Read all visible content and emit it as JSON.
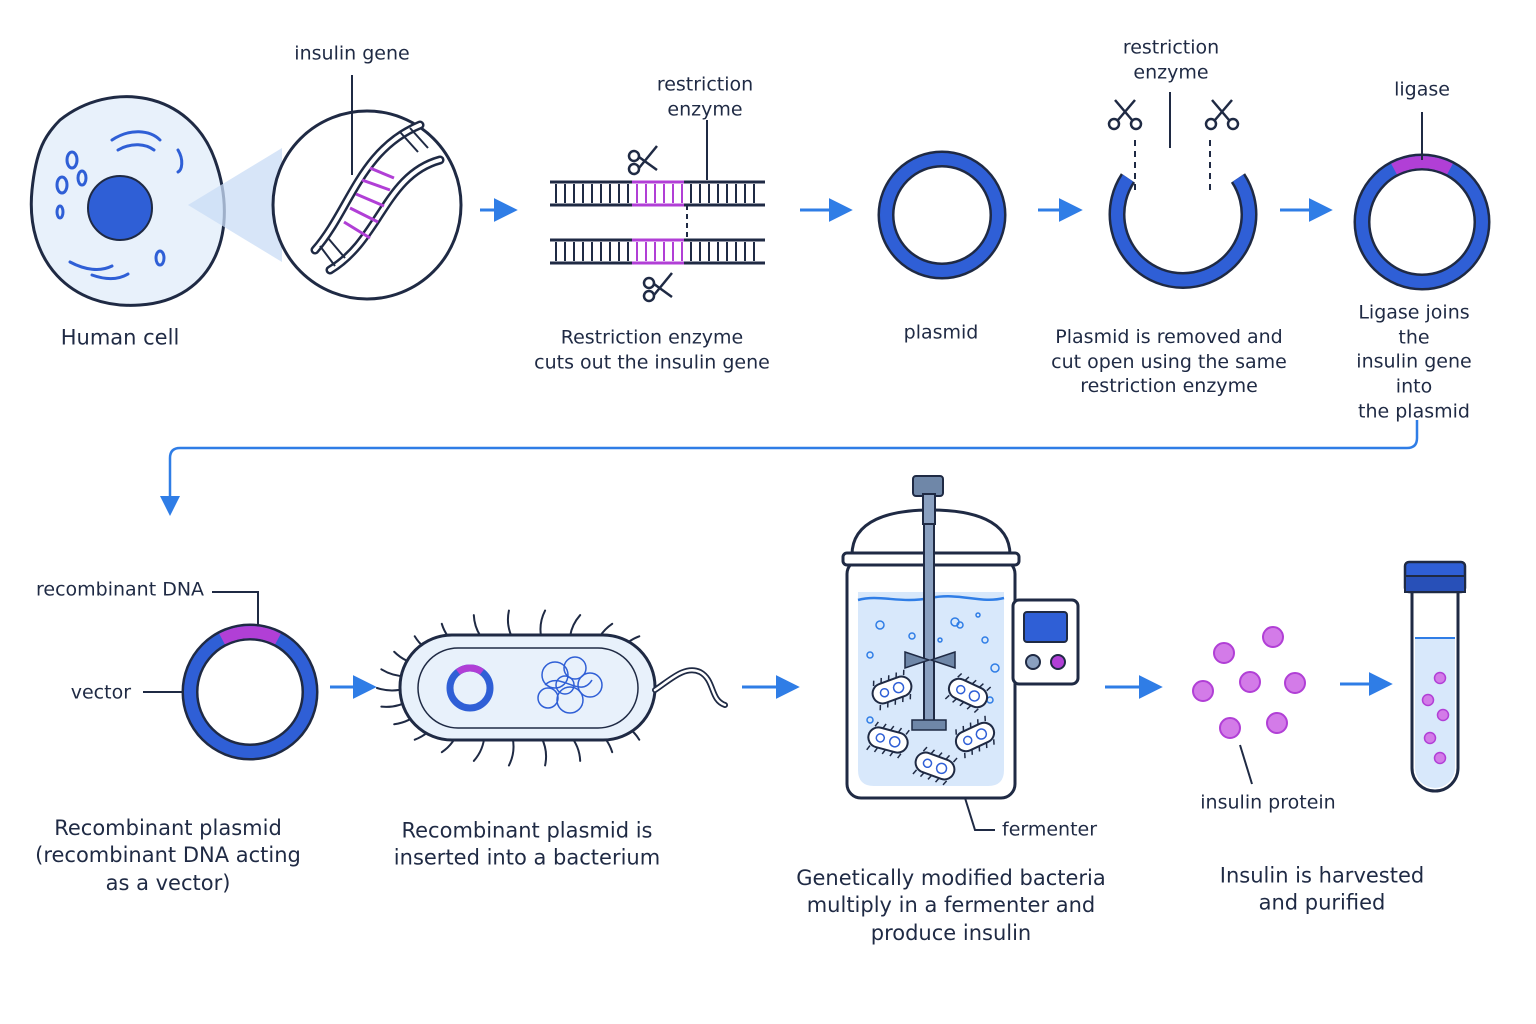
{
  "colors": {
    "outline": "#1f2a44",
    "blue": "#2f5fd6",
    "lightBlue": "#e8f1fb",
    "purple": "#b13fd6",
    "arrow": "#2f7de6",
    "lavender": "#d37be8"
  },
  "labels": {
    "insulin_gene": "insulin gene",
    "human_cell": "Human cell",
    "restriction_enzyme_1": "restriction\nenzyme",
    "step_cut_gene": "Restriction enzyme\ncuts out the insulin gene",
    "plasmid": "plasmid",
    "restriction_enzyme_2": "restriction\nenzyme",
    "step_cut_plasmid": "Plasmid is removed and\ncut open using the same\nrestriction enzyme",
    "ligase": "ligase",
    "step_ligase": "Ligase joins the\ninsulin gene into\nthe plasmid",
    "recombinant_dna": "recombinant DNA",
    "vector": "vector",
    "step_recombinant": "Recombinant plasmid\n(recombinant DNA acting\nas a vector)",
    "step_insert": "Recombinant plasmid is\ninserted into a bacterium",
    "fermenter": "fermenter",
    "step_ferment": "Genetically modified bacteria\nmultiply in a fermenter and\nproduce insulin",
    "insulin_protein": "insulin protein",
    "step_harvest": "Insulin is harvested\nand purified"
  }
}
